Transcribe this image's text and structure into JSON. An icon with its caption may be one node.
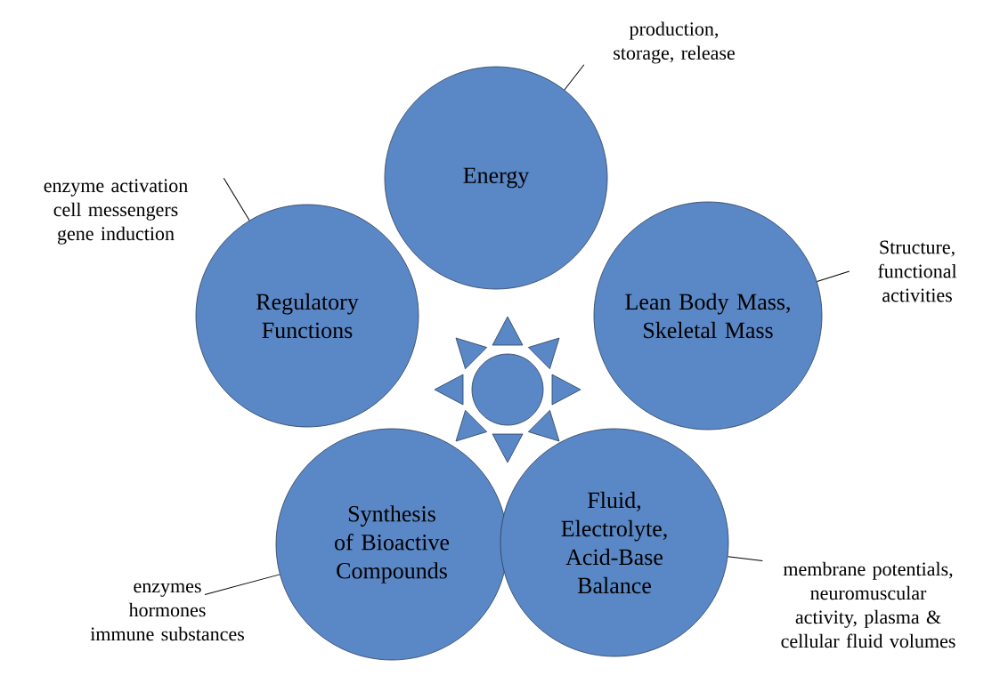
{
  "diagram": {
    "nodes": [
      {
        "text": [
          "Energy"
        ]
      },
      {
        "text": [
          "Regulatory Functions"
        ]
      },
      {
        "text": [
          "Lean Body Mass, Skeletal Mass"
        ]
      },
      {
        "text": [],
        "shape": "circle"
      },
      {
        "text": [
          "Synthesis of Bioactive Compounds"
        ]
      },
      {
        "text": [
          "Fluid, Electrolyte, Acid-Base Balance"
        ]
      },
      {
        "text": [
          "production, storage, release"
        ]
      },
      {
        "text": [
          "enzyme activation",
          "cell messengers",
          "gene induction"
        ]
      },
      {
        "text": [
          "Structure, functional activities"
        ]
      },
      {
        "text": [
          "enzymes",
          "hormones",
          "immune substances"
        ]
      },
      {
        "text": [
          "membrane potentials, neuromuscular activity, plasma & cellular fluid volumes"
        ]
      }
    ],
    "edges": [
      {
        "from": 6,
        "to": 0,
        "arrow": "none"
      },
      {
        "from": 7,
        "to": 1,
        "arrow": "none"
      },
      {
        "from": 8,
        "to": 2,
        "arrow": "none"
      },
      {
        "from": 9,
        "to": 4,
        "arrow": "none"
      },
      {
        "from": 10,
        "to": 5,
        "arrow": "none"
      }
    ]
  }
}
